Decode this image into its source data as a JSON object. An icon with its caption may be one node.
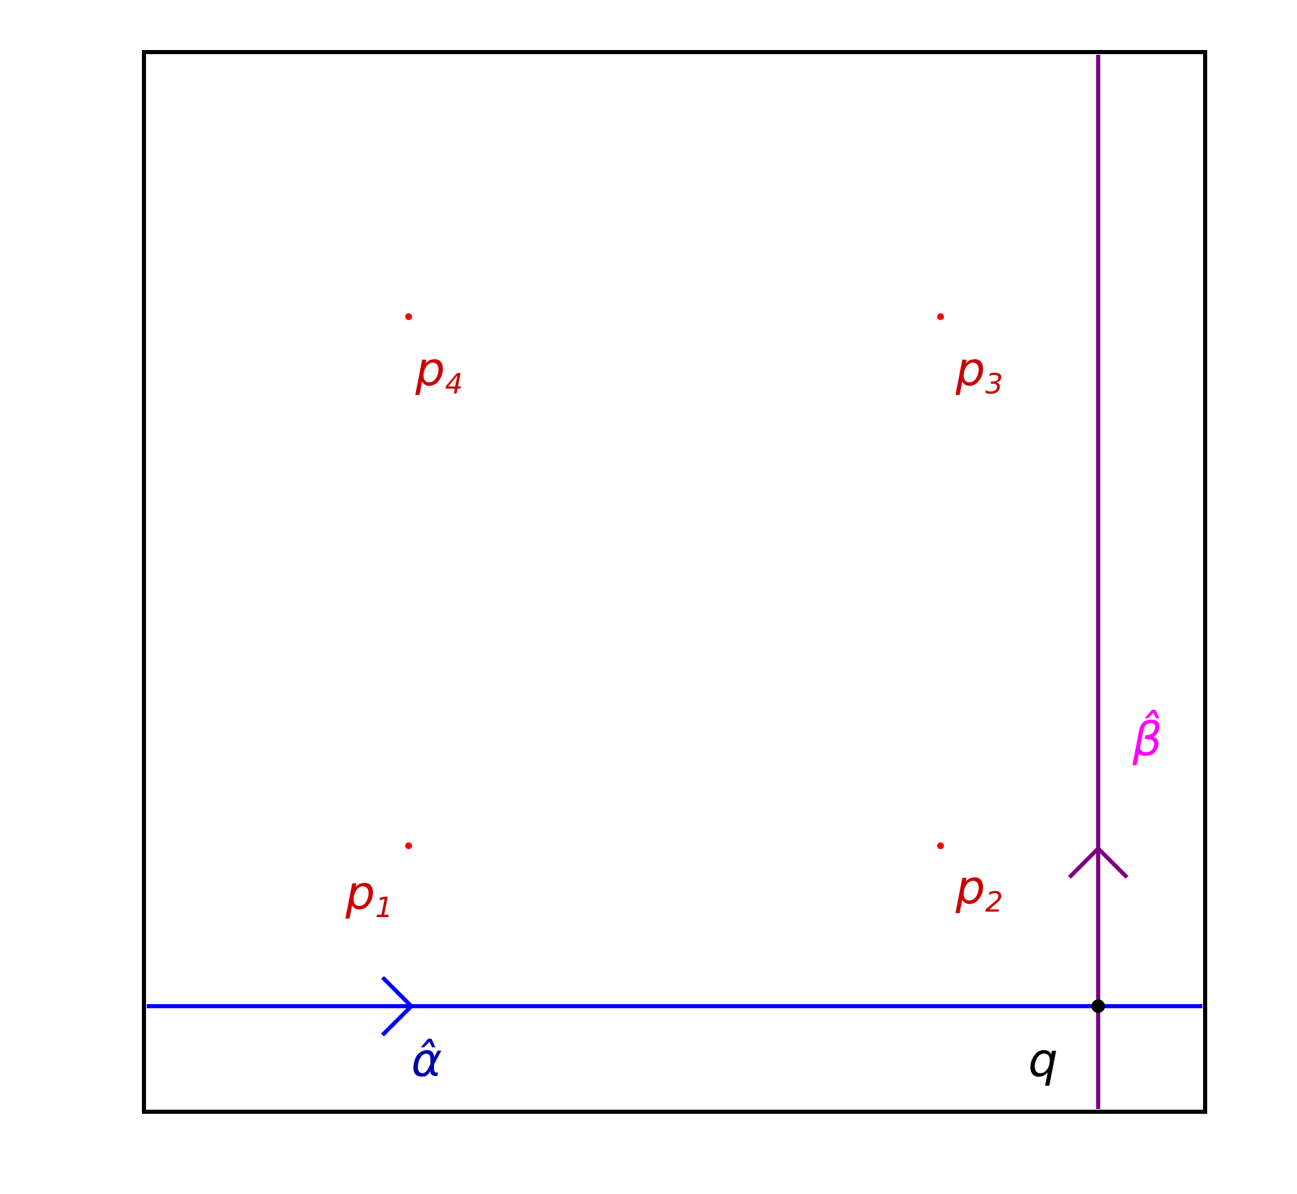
{
  "diagram": {
    "labels": [
      "p$_{4}$",
      "p$_{3}$",
      "β̂",
      "p$_{1}$",
      "p$_{2}$",
      "α̂",
      "q"
    ]
  }
}
